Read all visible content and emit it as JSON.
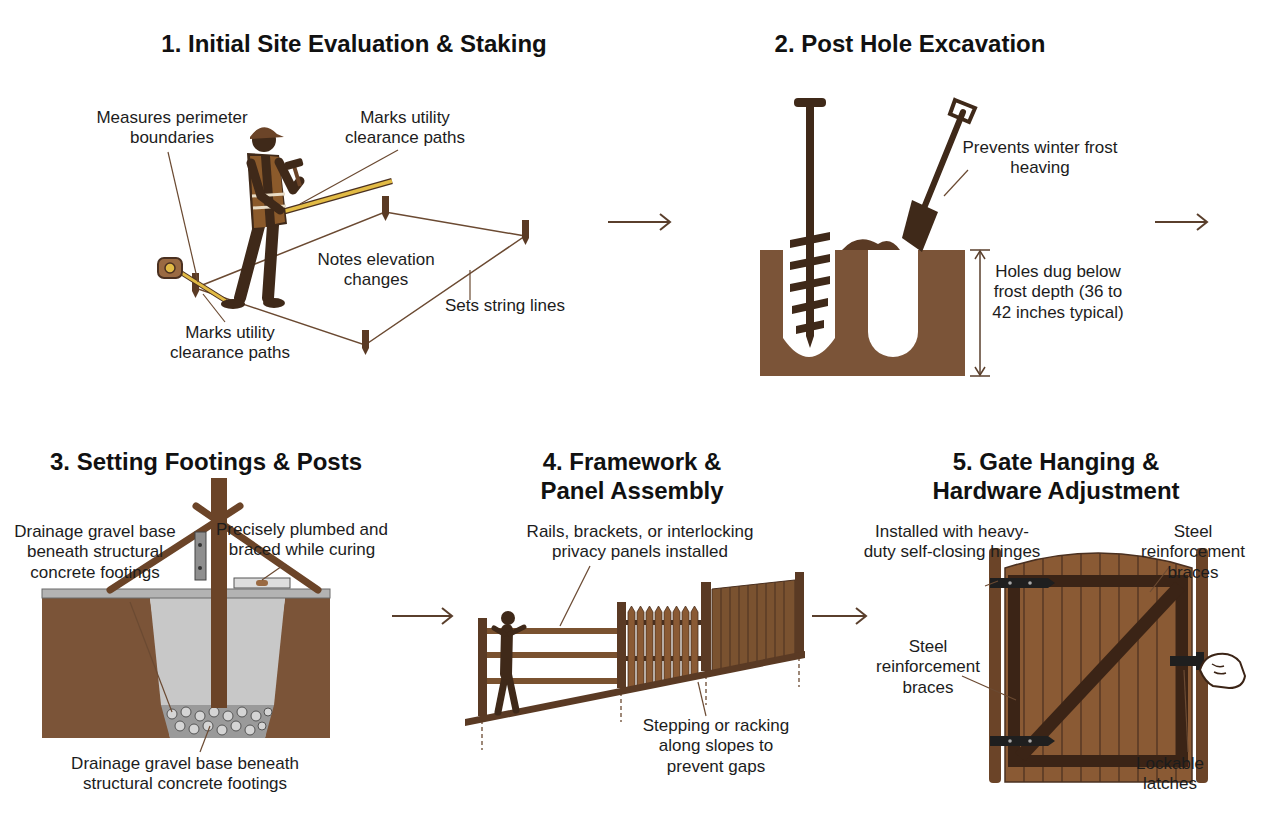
{
  "diagram": {
    "nodes": [
      {
        "text": [
          "1. Initial Site Evaluation & Staking"
        ]
      },
      {
        "text": [
          "2. Post Hole Excavation"
        ]
      },
      {
        "text": [
          "3. Setting Footings & Posts"
        ]
      },
      {
        "text": [
          "4. Framework & Panel Assembly"
        ]
      },
      {
        "text": [
          "5. Gate Hanging & Hardware Adjustment"
        ]
      }
    ],
    "edges": [
      {
        "from": 0,
        "to": 1,
        "arrow": "to"
      },
      {
        "from": 2,
        "to": 3,
        "arrow": "to"
      },
      {
        "from": 3,
        "to": 4,
        "arrow": "to"
      }
    ],
    "labels": [
      "Measures perimeter boundaries",
      "Marks utility clearance paths",
      "Notes elevation changes",
      "Sets string lines",
      "Marks utility clearance paths",
      "Prevents winter frost heaving",
      "Holes dug below frost depth (36 to 42 inches typical)",
      "Drainage gravel base beneath structural concrete footings",
      "Precisely plumbed and braced while curing",
      "Drainage gravel base beneath structural concrete footings",
      "Rails, brackets, or interlocking privacy panels installed",
      "Stepping or racking along slopes to prevent gaps",
      "Installed with heavy-duty self-closing hinges",
      "Steel reinforcement braces",
      "Steel reinforcement braces",
      "Lockable latches"
    ]
  }
}
